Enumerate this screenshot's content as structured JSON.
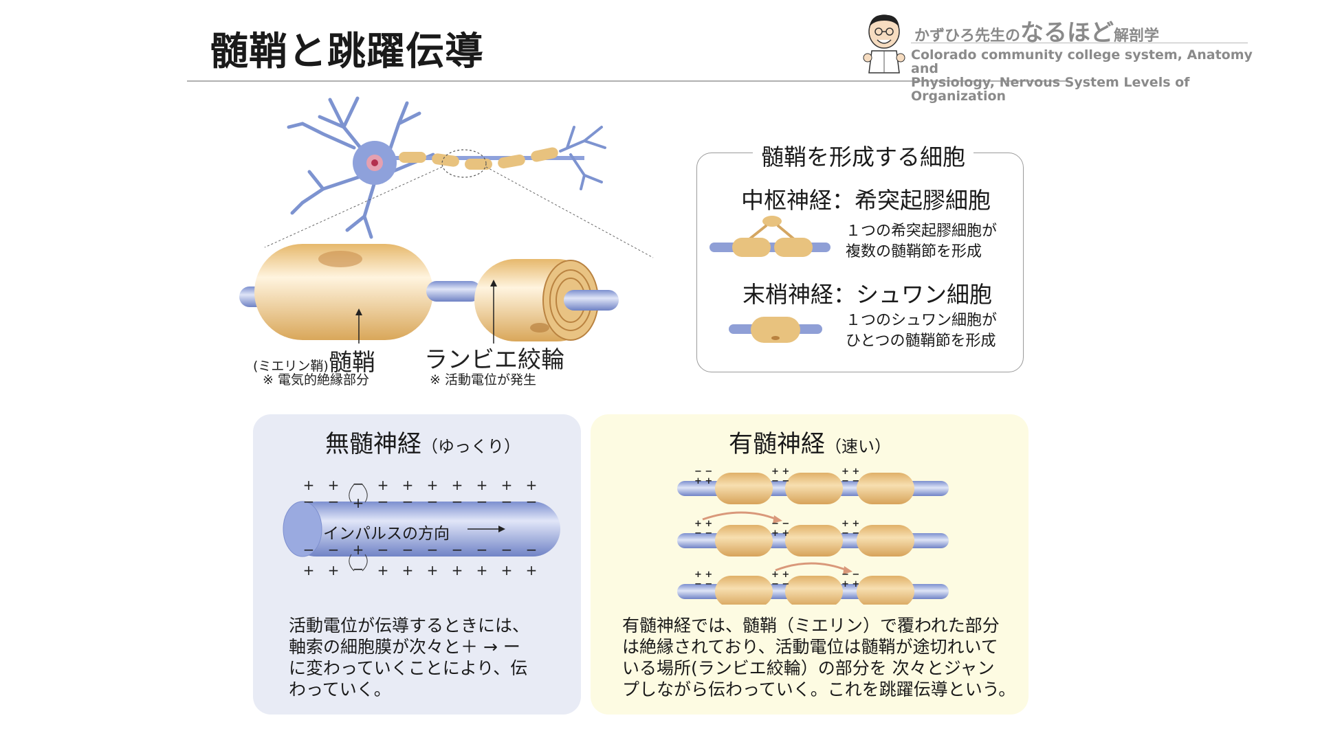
{
  "header": {
    "title": "髄鞘と跳躍伝導",
    "brand_prefix": "かずひろ先生の",
    "brand_main": "なるほど",
    "brand_suffix": "解剖学",
    "source_line1": "Colorado community college system, Anatomy and",
    "source_line2": "Physiology, Nervous System Levels of Organization"
  },
  "diagram": {
    "myelin_paren": "(ミエリン鞘)",
    "myelin_label": "髄鞘",
    "myelin_note": "※ 電気的絶縁部分",
    "ranvier_label": "ランビエ絞輪",
    "ranvier_note": "※ 活動電位が発生"
  },
  "info": {
    "title": "髄鞘を形成する細胞",
    "cns_heading": "中枢神経：希突起膠細胞",
    "cns_line1": "１つの希突起膠細胞が",
    "cns_line2": "複数の髄鞘節を形成",
    "pns_heading": "末梢神経：シュワン細胞",
    "pns_line1": "１つのシュワン細胞が",
    "pns_line2": "ひとつの髄鞘節を形成"
  },
  "unmyelinated": {
    "title": "無髄神経",
    "subtitle": "（ゆっくり）",
    "impulse_label": "インパルスの方向",
    "text_line1": "活動電位が伝導するときには、",
    "text_line2": "軸索の細胞膜が次々と＋ → ー",
    "text_line3": "に変わっていくことにより、伝",
    "text_line4": "わっていく。"
  },
  "myelinated": {
    "title": "有髄神経",
    "subtitle": "（速い）",
    "text_line1": "有髄神経では、髄鞘（ミエリン）で覆われた部分",
    "text_line2": "は絶縁されており、活動電位は髄鞘が途切れいて",
    "text_line3": "いる場所(ランビエ絞輪）の部分を 次々とジャン",
    "text_line4": "プしながら伝わっていく。これを跳躍伝導という。"
  },
  "colors": {
    "axon_blue": "#8f9fd6",
    "myelin_tan": "#e8c27e",
    "panel_left": "#e8ebf5",
    "panel_right": "#fdfbe2",
    "arrow": "#d9987a"
  },
  "icons": {
    "avatar": "cartoon-teacher-icon",
    "neuron": "neuron-illustration"
  }
}
